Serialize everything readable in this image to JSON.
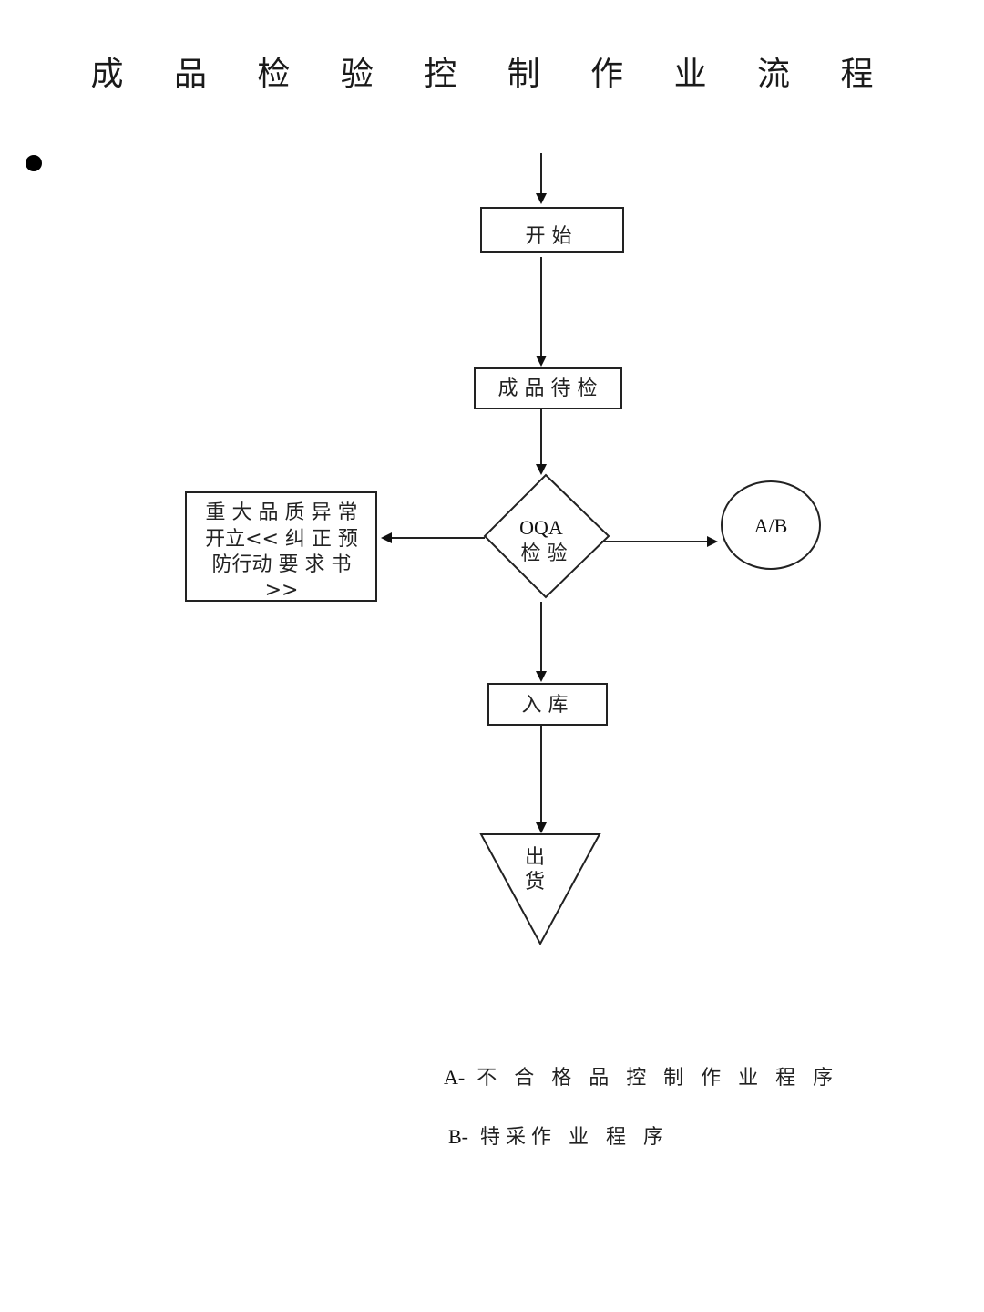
{
  "title": "成 品 检 验 控 制 作 业 流 程",
  "bullet": "●",
  "nodes": {
    "start": "开   始",
    "pending": "成 品 待 检",
    "decision_line1": "OQA",
    "decision_line2": "检 验",
    "abnormal_lines": [
      "重 大 品 质 异 常",
      "开立<< 纠 正 预",
      "防行动 要 求 书",
      ">>"
    ],
    "connector": "A/B",
    "storage": "入      库",
    "ship_line1": "出",
    "ship_line2": "货"
  },
  "legend": [
    {
      "key": "A-",
      "text": "不 合 格 品 控 制 作 业 程 序"
    },
    {
      "key": "B-",
      "text": "特采作 业 程 序"
    }
  ],
  "colors": {
    "stroke": "#222222",
    "text": "#1a1a1a",
    "background": "#ffffff"
  }
}
